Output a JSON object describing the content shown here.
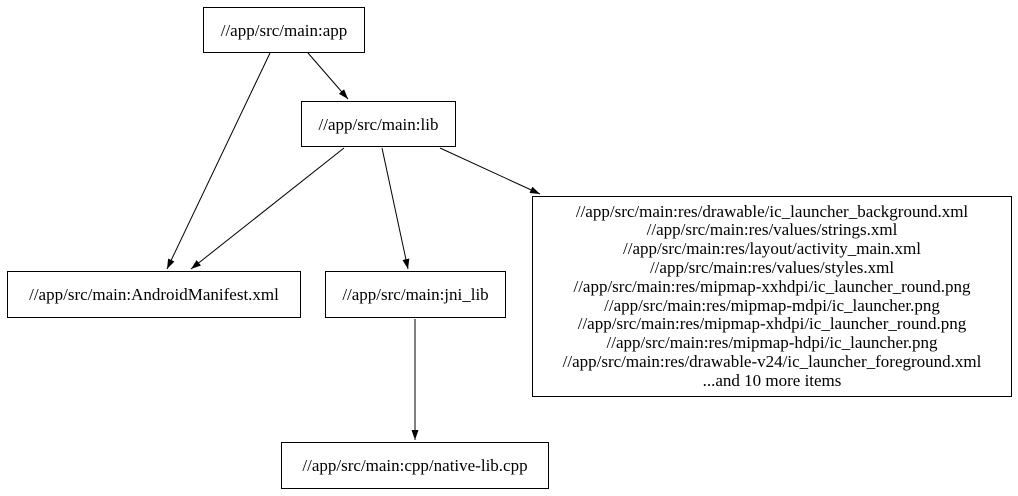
{
  "graph": {
    "background_color": "#ffffff",
    "node_border_color": "#000000",
    "edge_color": "#000000",
    "text_color": "#000000",
    "nodes": {
      "app": {
        "label": "//app/src/main:app"
      },
      "lib": {
        "label": "//app/src/main:lib"
      },
      "manifest": {
        "label": "//app/src/main:AndroidManifest.xml"
      },
      "jni_lib": {
        "label": "//app/src/main:jni_lib"
      },
      "native_lib": {
        "label": "//app/src/main:cpp/native-lib.cpp"
      },
      "resources": {
        "lines": [
          "//app/src/main:res/drawable/ic_launcher_background.xml",
          "//app/src/main:res/values/strings.xml",
          "//app/src/main:res/layout/activity_main.xml",
          "//app/src/main:res/values/styles.xml",
          "//app/src/main:res/mipmap-xxhdpi/ic_launcher_round.png",
          "//app/src/main:res/mipmap-mdpi/ic_launcher.png",
          "//app/src/main:res/mipmap-xhdpi/ic_launcher_round.png",
          "//app/src/main:res/mipmap-hdpi/ic_launcher.png",
          "//app/src/main:res/drawable-v24/ic_launcher_foreground.xml",
          "...and 10 more items"
        ]
      }
    },
    "edges": [
      {
        "from": "app",
        "to": "manifest"
      },
      {
        "from": "app",
        "to": "lib"
      },
      {
        "from": "lib",
        "to": "manifest"
      },
      {
        "from": "lib",
        "to": "jni_lib"
      },
      {
        "from": "lib",
        "to": "resources"
      },
      {
        "from": "jni_lib",
        "to": "native_lib"
      }
    ]
  }
}
